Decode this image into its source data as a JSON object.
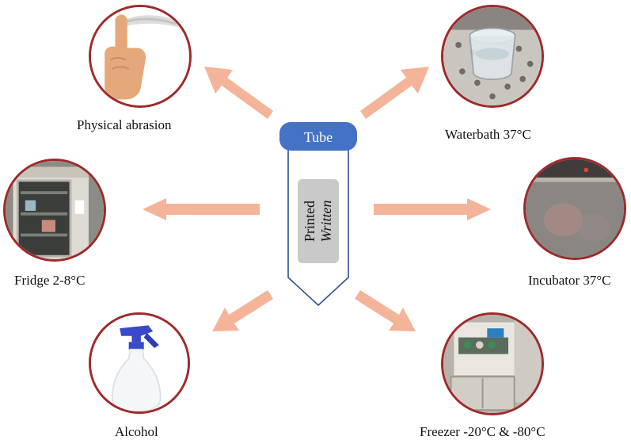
{
  "center": {
    "cap_label": "Tube",
    "label_printed": "Printed",
    "label_written": "Written"
  },
  "conditions": [
    {
      "key": "physical",
      "caption": "Physical abrasion",
      "icon": "finger-rubbing-icon"
    },
    {
      "key": "waterbath",
      "caption": "Waterbath 37°C",
      "icon": "waterbath-photo"
    },
    {
      "key": "fridge",
      "caption": "Fridge 2-8°C",
      "icon": "fridge-photo"
    },
    {
      "key": "incubator",
      "caption": "Incubator 37°C",
      "icon": "incubator-photo"
    },
    {
      "key": "alcohol",
      "caption": "Alcohol",
      "icon": "spray-bottle-icon"
    },
    {
      "key": "freezer",
      "caption": "Freezer -20°C & -80°C",
      "icon": "freezer-photo"
    }
  ],
  "colors": {
    "arrow": "#f4b49a",
    "ring": "#9e2a2b",
    "cap": "#4472c4",
    "tube_outline": "#2f4f8f",
    "label_box": "#c9c9c9"
  }
}
